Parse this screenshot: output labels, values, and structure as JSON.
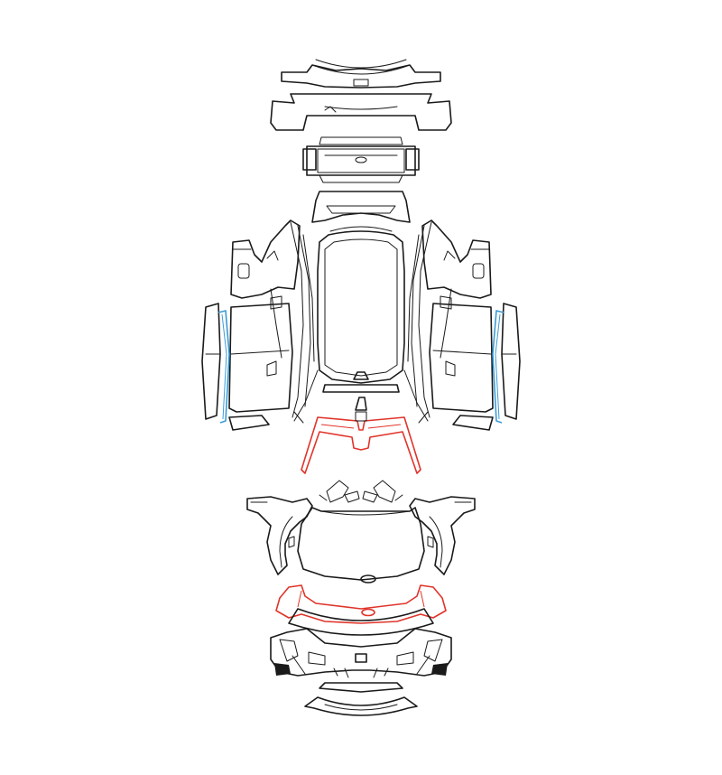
{
  "colors": {
    "background": "#ffffff",
    "outline": "#1a1a1a",
    "highlight_red": "#e0342a",
    "highlight_blue": "#3a9bd6"
  },
  "parts": [
    {
      "name": "rear-spoiler"
    },
    {
      "name": "rear-roof-panel"
    },
    {
      "name": "rear-tailgate"
    },
    {
      "name": "rear-window-trim"
    },
    {
      "name": "left-rear-quarter"
    },
    {
      "name": "right-rear-quarter"
    },
    {
      "name": "left-doors"
    },
    {
      "name": "right-doors"
    },
    {
      "name": "roof"
    },
    {
      "name": "windshield-pillars",
      "highlight": "red"
    },
    {
      "name": "left-door-edge",
      "highlight": "blue"
    },
    {
      "name": "right-door-edge",
      "highlight": "blue"
    },
    {
      "name": "left-front-fender"
    },
    {
      "name": "right-front-fender"
    },
    {
      "name": "hood"
    },
    {
      "name": "hood-edge-strip",
      "highlight": "red"
    },
    {
      "name": "front-bumper"
    },
    {
      "name": "front-lower-lip"
    }
  ]
}
